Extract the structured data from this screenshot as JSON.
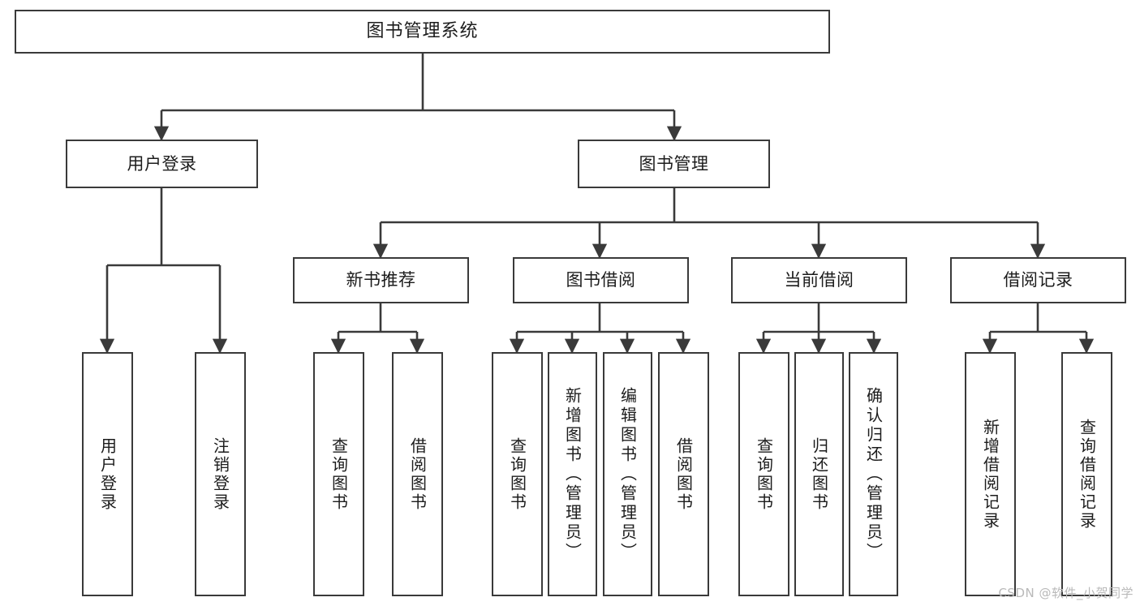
{
  "diagram": {
    "title": "图书管理系统",
    "type": "tree-hierarchy-chart",
    "watermark": "CSDN @软件_小贺同学",
    "colors": {
      "background": "#ffffff",
      "box_border": "#3a3a3a",
      "box_fill": "#ffffff",
      "connector": "#3a3a3a",
      "text": "#1c1c1c",
      "watermark": "#b9b9b9"
    },
    "root": {
      "label": "图书管理系统"
    },
    "level2": [
      {
        "label": "用户登录"
      },
      {
        "label": "图书管理"
      }
    ],
    "level3": [
      {
        "label": "新书推荐"
      },
      {
        "label": "图书借阅"
      },
      {
        "label": "当前借阅"
      },
      {
        "label": "借阅记录"
      }
    ],
    "leaves": {
      "user_login": [
        {
          "label": "用户登录"
        },
        {
          "label": "注销登录"
        }
      ],
      "new_book_recommend": [
        {
          "label": "查询图书"
        },
        {
          "label": "借阅图书"
        }
      ],
      "book_borrow": [
        {
          "label": "查询图书"
        },
        {
          "label": "新增图书（管理员）"
        },
        {
          "label": "编辑图书（管理员）"
        },
        {
          "label": "借阅图书"
        }
      ],
      "current_borrow": [
        {
          "label": "查询图书"
        },
        {
          "label": "归还图书"
        },
        {
          "label": "确认归还（管理员）"
        }
      ],
      "borrow_records": [
        {
          "label": "新增借阅记录"
        },
        {
          "label": "查询借阅记录"
        }
      ]
    }
  }
}
